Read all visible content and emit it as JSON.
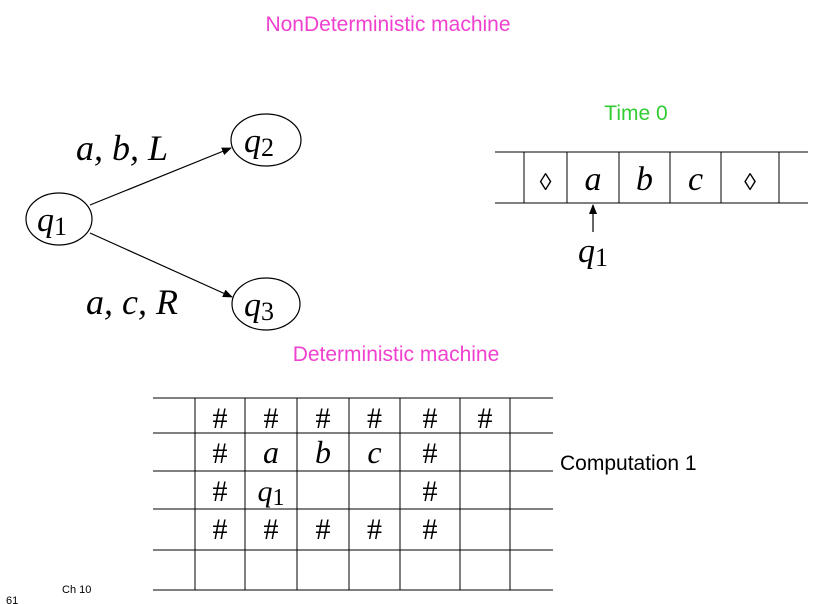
{
  "slide": {
    "title": "NonDeterministic machine",
    "title_color": "#f040d0",
    "footer_chapter": "Ch 10",
    "footer_page": "61"
  },
  "state_diagram": {
    "states": {
      "q1": {
        "base": "q",
        "sub": "1"
      },
      "q2": {
        "base": "q",
        "sub": "2"
      },
      "q3": {
        "base": "q",
        "sub": "3"
      }
    },
    "transitions": {
      "q1_q2": "a, b, L",
      "q1_q3": "a, c, R"
    }
  },
  "time_tape": {
    "label": "Time 0",
    "label_color": "#33cc33",
    "cells": [
      "◊",
      "a",
      "b",
      "c",
      "◊"
    ],
    "head": {
      "base": "q",
      "sub": "1"
    }
  },
  "deterministic": {
    "title": "Deterministic machine",
    "title_color": "#f040d0",
    "computation_label": "Computation 1",
    "rows": [
      [
        "#",
        "#",
        "#",
        "#",
        "#",
        "#"
      ],
      [
        "#",
        "a",
        "b",
        "c",
        "#",
        ""
      ],
      [
        "#",
        "q1",
        "",
        "",
        "#",
        ""
      ],
      [
        "#",
        "#",
        "#",
        "#",
        "#",
        ""
      ],
      [
        "",
        "",
        "",
        "",
        "",
        ""
      ]
    ],
    "head_cell": {
      "base": "q",
      "sub": "1"
    }
  }
}
